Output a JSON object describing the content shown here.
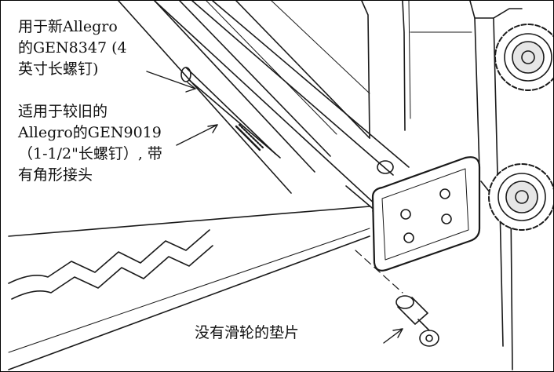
{
  "callouts": {
    "screw_4in": {
      "lines": [
        "用于新Allegro",
        "的GEN8347 (4",
        "英寸长螺钉)"
      ]
    },
    "screw_1_5in": {
      "lines": [
        "适用于较旧的",
        "Allegro的GEN9019",
        "（1-1/2\"长螺钉）, 带",
        "有角形接头"
      ]
    },
    "spacer": {
      "lines": [
        "没有滑轮的垫片"
      ]
    }
  },
  "icons": [
    "leader-arrow",
    "knob-wheel-icon"
  ],
  "colors": {
    "line": "#1a1a1a",
    "background": "#ffffff",
    "shade": "#e6e6e6"
  }
}
